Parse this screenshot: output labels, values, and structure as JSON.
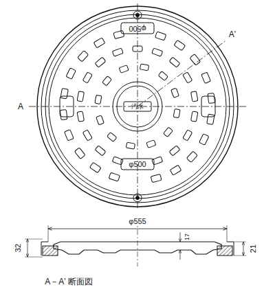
{
  "diagram": {
    "labels": [
      "A",
      "A'",
      "φ500",
      "φ500",
      "汚水",
      "φ555",
      "32",
      "17",
      "21",
      "A－A' 断面図"
    ]
  }
}
